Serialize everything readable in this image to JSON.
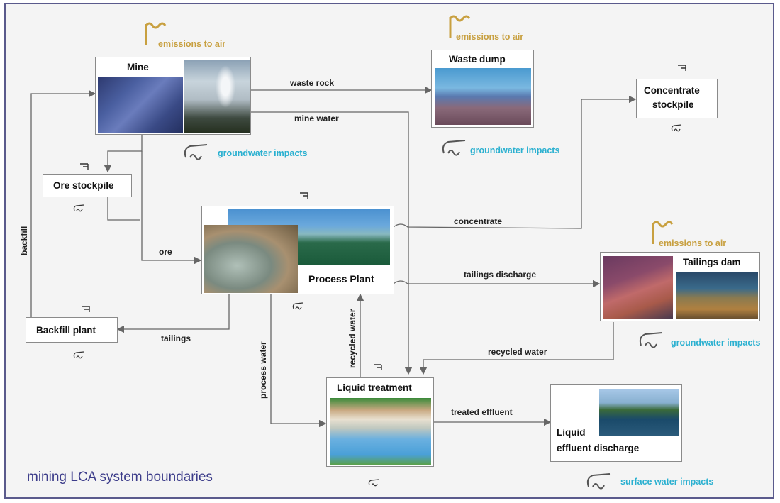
{
  "caption": "mining LCA system boundaries",
  "colors": {
    "frame": "#5a5a8c",
    "emissions_text": "#c8a040",
    "water_text": "#2ab0d0",
    "caption_text": "#3c3c8a",
    "line": "#666666"
  },
  "nodes": {
    "mine": "Mine",
    "waste_dump": "Waste dump",
    "concentrate_stockpile": [
      "Concentrate",
      "stockpile"
    ],
    "ore_stockpile": "Ore stockpile",
    "process_plant": "Process Plant",
    "tailings_dam": "Tailings dam",
    "backfill_plant": "Backfill plant",
    "liquid_treatment": "Liquid treatment",
    "liquid_effluent_discharge": [
      "Liquid",
      "effluent discharge"
    ]
  },
  "flows": {
    "waste_rock": "waste rock",
    "mine_water": "mine water",
    "concentrate": "concentrate",
    "ore": "ore",
    "backfill": "backfill",
    "tailings_discharge": "tailings discharge",
    "tailings": "tailings",
    "process_water": "process water",
    "recycled_water_vertical": "recycled water",
    "recycled_water": "recycled water",
    "treated_effluent": "treated effluent"
  },
  "impacts": {
    "emissions_mine": "emissions to air",
    "emissions_waste": "emissions to air",
    "emissions_tailings": "emissions to air",
    "groundwater_mine": "groundwater impacts",
    "groundwater_waste": "groundwater impacts",
    "groundwater_tailings": "groundwater impacts",
    "surface_water": "surface water impacts"
  },
  "icons": {
    "emissions": "smoke-flag-icon",
    "groundwater": "water-drop-hook-icon",
    "energy_input": "energy-input-icon",
    "waste_output": "waste-output-icon"
  }
}
